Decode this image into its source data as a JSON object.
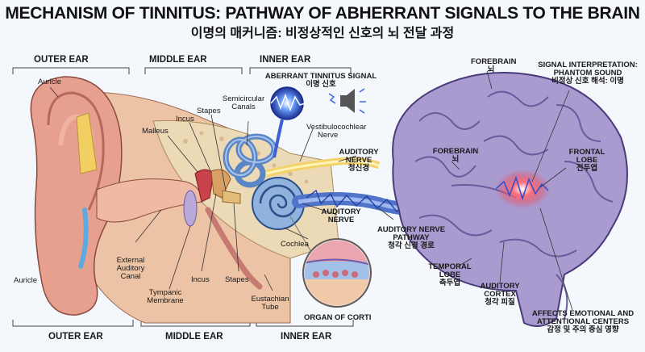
{
  "title": "MECHANISM OF TINNITUS: PATHWAY OF ABHERRANT SIGNALS TO THE BRAIN",
  "subtitle": "이명의 매커니즘: 비정상적인 신호의 뇌 전달 과정",
  "sections": {
    "outer_top": "OUTER EAR",
    "middle_top": "MIDDLE EAR",
    "inner_top": "INNER EAR",
    "outer_bottom": "OUTER EAR",
    "middle_bottom": "MIDDLE EAR",
    "inner_bottom": "INNER EAR"
  },
  "labels": {
    "auricle_top": "Auricle",
    "auricle_bottom": "Auricle",
    "malleus": "Malleus",
    "incus_top": "Incus",
    "stapes_top": "Stapes",
    "semicircular": [
      "Semicircular",
      "Canals"
    ],
    "aberrant": [
      "ABERRANT TINNITUS SIGNAL",
      "이명 신호"
    ],
    "vestibulocochlear": [
      "Vestibulocochlear",
      "Nerve"
    ],
    "auditory_nerve_1": [
      "AUDITORY",
      "NERVE",
      "청신경"
    ],
    "auditory_nerve_2": [
      "AUDITORY",
      "NERVE"
    ],
    "external_canal": [
      "External",
      "Auditory",
      "Canal"
    ],
    "tympanic": [
      "Tympanic",
      "Membrane"
    ],
    "incus_bottom": "Incus",
    "stapes_bottom": "Stapes",
    "cochlea": "Cochlea",
    "eustachian": [
      "Eustachian",
      "Tube"
    ],
    "organ_corti": "ORGAN OF CORTI",
    "pathway": [
      "AUDITORY NERVE",
      "PATHWAY",
      "청각 신경 경로"
    ],
    "forebrain_top": [
      "FOREBRAIN",
      "뇌"
    ],
    "forebrain_mid": [
      "FOREBRAIN",
      "뇌"
    ],
    "signal_interp": [
      "SIGNAL INTERPRETATION:",
      "PHANTOM SOUND",
      "비정상 신호 해석: 이명"
    ],
    "frontal": [
      "FRONTAL",
      "LOBE",
      "전두엽"
    ],
    "temporal": [
      "TEMPORAL",
      "LOBE",
      "측두엽"
    ],
    "aud_cortex": [
      "AUDITORY",
      "CORTEX",
      "청각 피질"
    ],
    "affects": [
      "AFFECTS EMOTIONAL AND",
      "ATTENTIONAL CENTERS",
      "감정 및 주의 중심 영향"
    ]
  },
  "icons": [
    "speaker-icon",
    "lightning-icon"
  ],
  "colors": {
    "skin": "#e7a08f",
    "bone": "#ecd9b6",
    "cochlea": "#8fb3dd",
    "brain": "#a99bd0",
    "signal": "#2f63d6",
    "hotspot": "#e23a4b"
  }
}
